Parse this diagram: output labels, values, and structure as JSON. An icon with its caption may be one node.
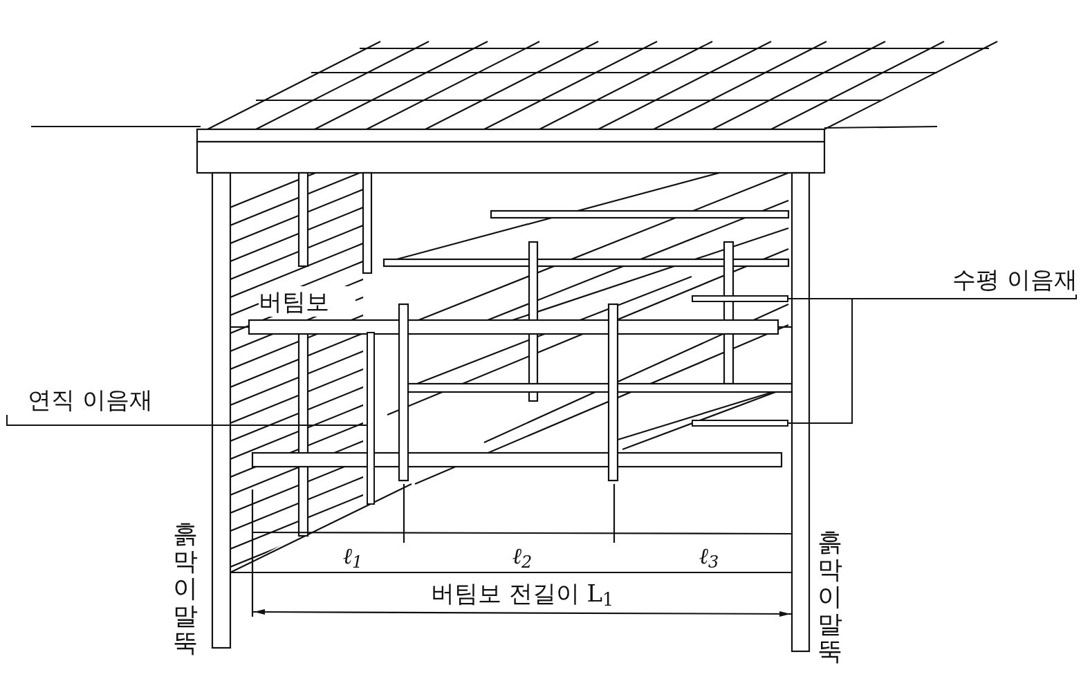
{
  "diagram": {
    "nodes": [
      {
        "text": [
          "수평 이음재"
        ]
      },
      {
        "text": [],
        "shape": "bar"
      },
      {
        "text": [],
        "shape": "bar"
      },
      {
        "text": [
          "연직 이음재"
        ]
      },
      {
        "text": [],
        "shape": "bar"
      }
    ],
    "edges": [
      {
        "from": 0,
        "to": 1,
        "arrow": "none"
      },
      {
        "from": 0,
        "to": 2,
        "arrow": "none"
      },
      {
        "from": 3,
        "to": 4,
        "arrow": "none"
      }
    ],
    "labels": [
      "버팀보",
      "흙막이말뚝",
      "흙막이말뚝",
      "ℓ$_{1}$",
      "ℓ$_{2}$",
      "ℓ$_{3}$",
      "버팀보 전길이 L$_{1}$"
    ]
  }
}
